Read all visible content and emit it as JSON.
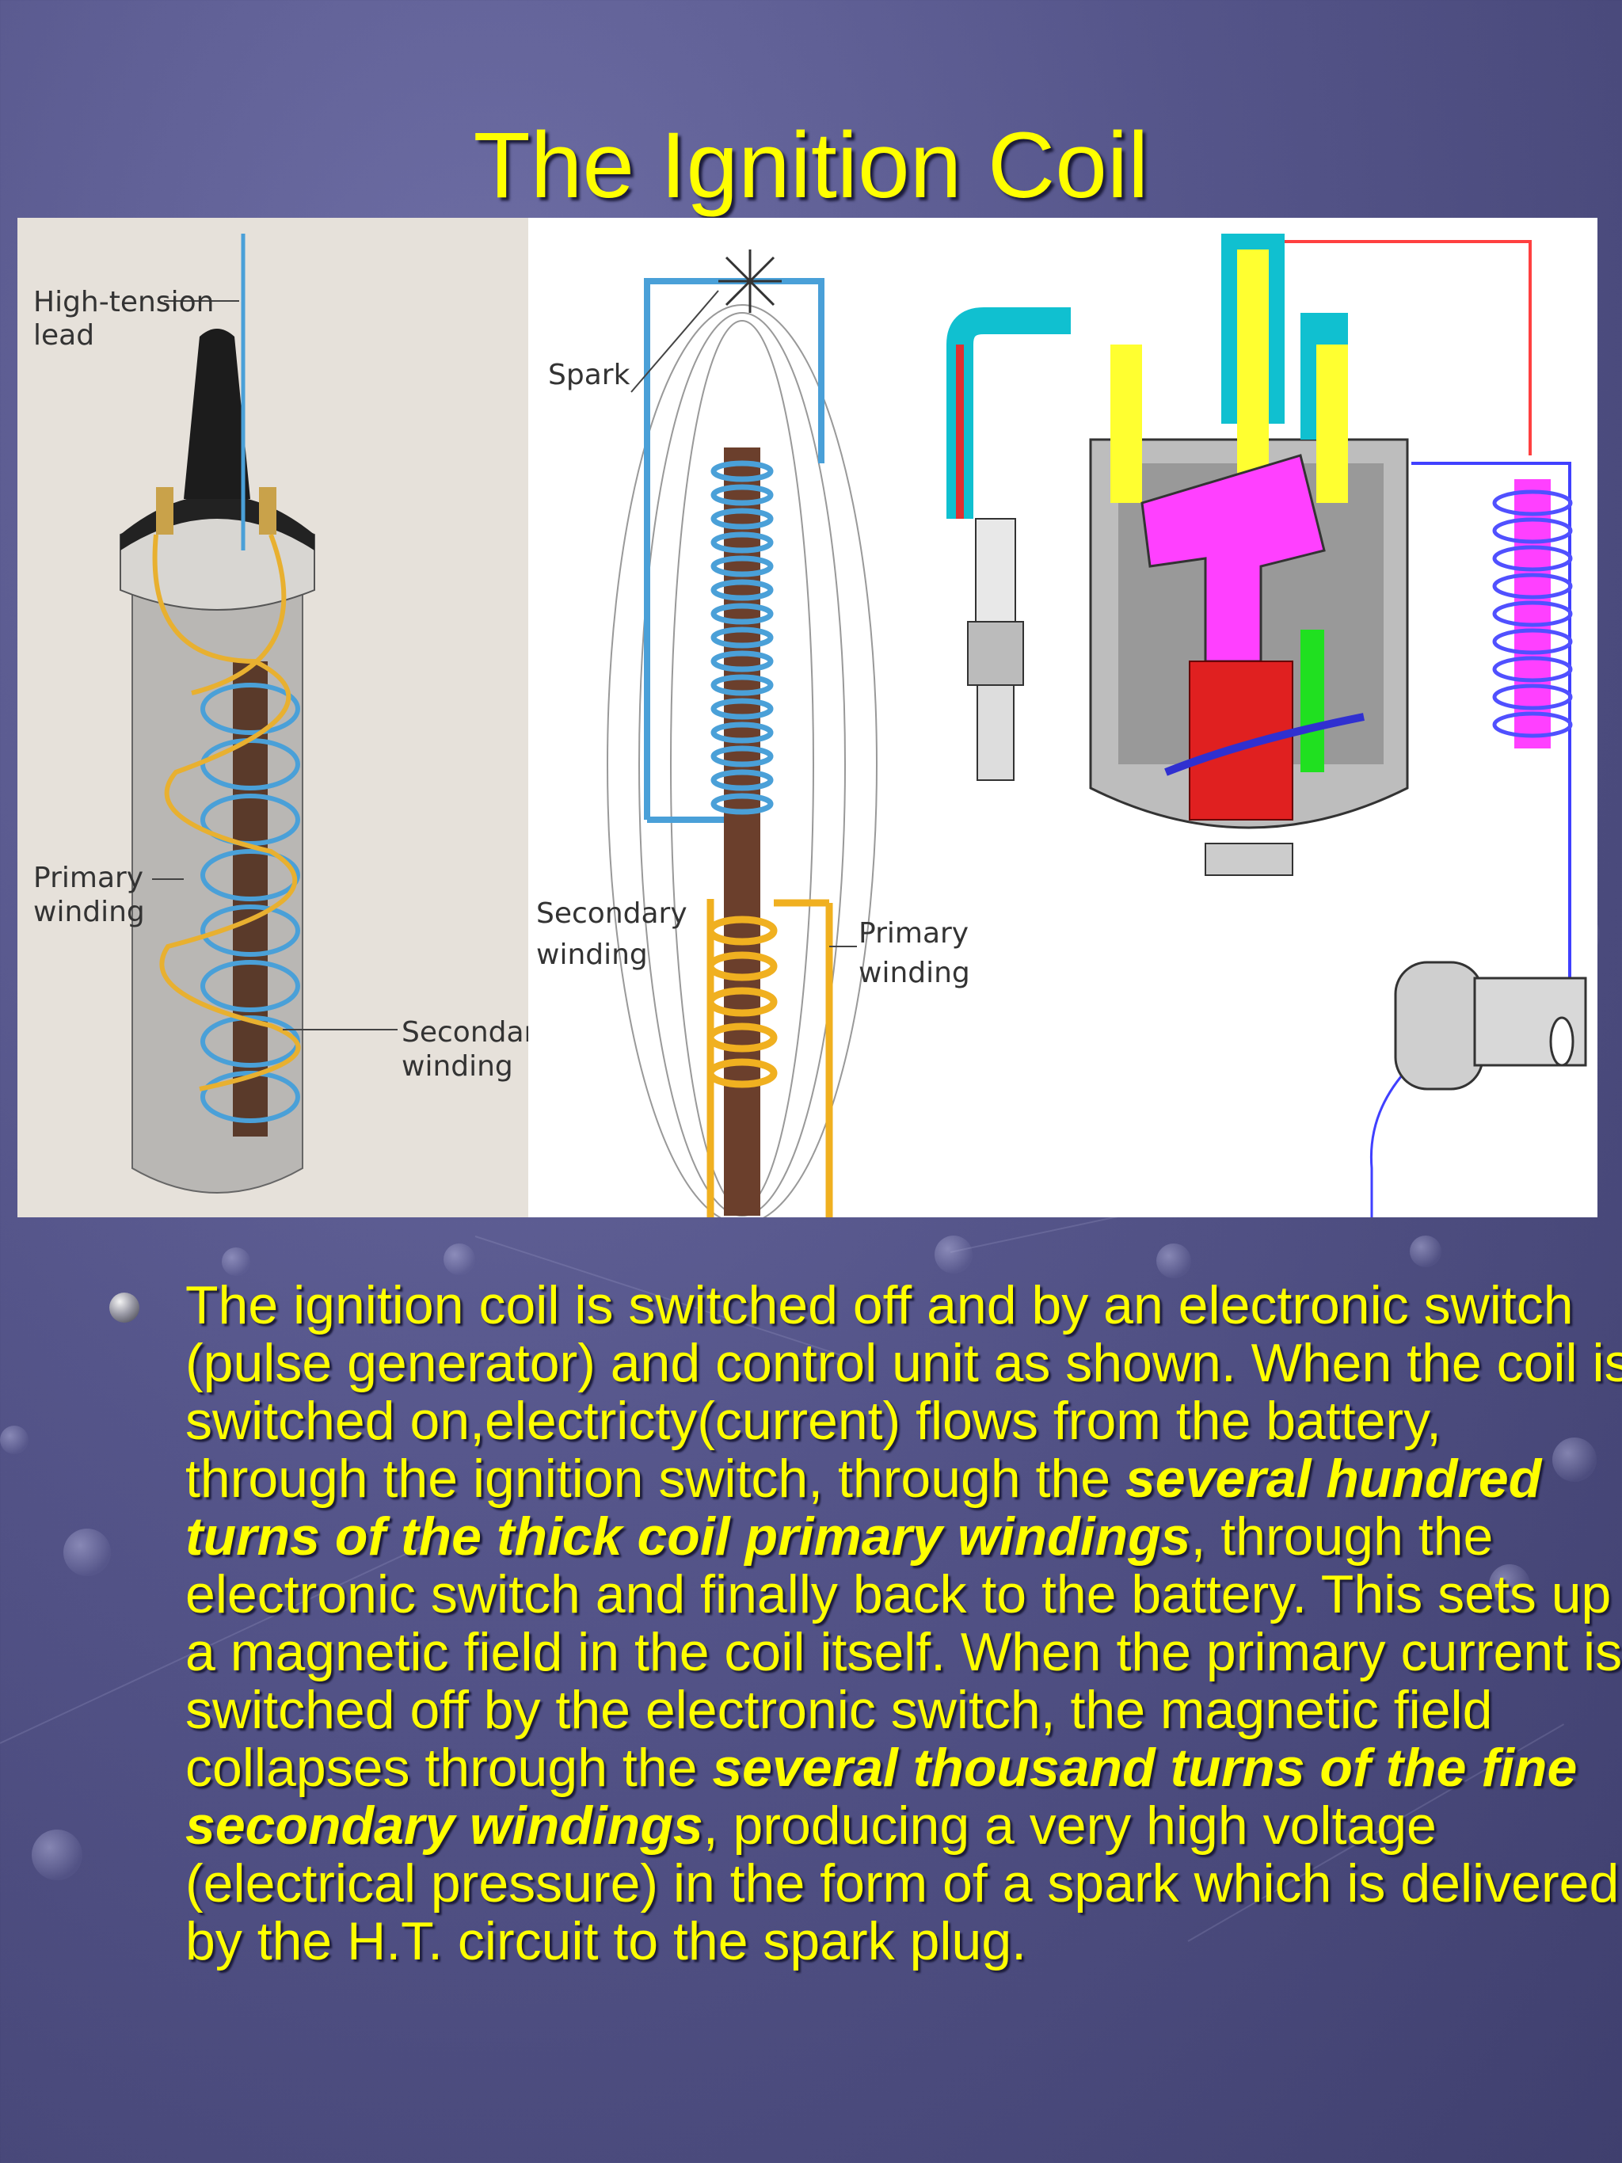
{
  "slide": {
    "title": "The Ignition Coil"
  },
  "figure": {
    "left_panel": {
      "label_high_tension": "High-tension",
      "label_lead": "lead",
      "label_primary": "Primary",
      "label_primary_2": "winding",
      "label_secondary": "Secondary",
      "label_secondary_2": "winding"
    },
    "middle_panel": {
      "label_spark": "Spark",
      "label_secondary": "Secondary",
      "label_secondary_2": "winding",
      "label_primary": "Primary",
      "label_primary_2": "winding"
    }
  },
  "bullet": {
    "p1": "The ignition coil is switched off and by an electronic switch (pulse generator) and control unit as shown. When the coil is switched on,electricty(current) flows from the battery, through the ignition switch, through the ",
    "b1": "several hundred turns of the thick coil primary windings",
    "p2": ", through the electronic switch and finally back to the battery. This sets up a magnetic field in the coil itself. When the primary current is switched off by the electronic switch, the magnetic field collapses through the ",
    "b2": "several thousand turns of the  fine secondary windings",
    "p3": ", producing a very high voltage (electrical pressure) in the form of a spark which is delivered by the H.T. circuit to the spark plug."
  },
  "colors": {
    "title": "#ffff00",
    "text": "#ffff00",
    "background": "#55558a"
  }
}
